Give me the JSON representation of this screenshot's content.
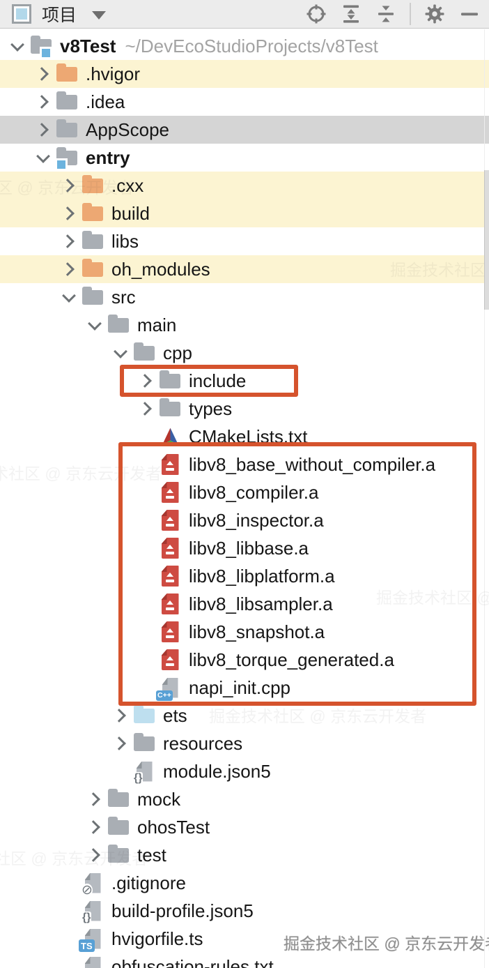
{
  "header": {
    "title": "项目",
    "buttons": {
      "locate": "locate-opened-file",
      "expand_all": "expand-all",
      "collapse_all": "collapse-all",
      "settings": "settings",
      "hide": "hide-panel"
    }
  },
  "tree": {
    "root": {
      "name": "v8Test",
      "path": "~/DevEcoStudioProjects/v8Test"
    },
    "rows": [
      {
        "label": ".hvigor",
        "icon": "folder-excluded"
      },
      {
        "label": ".idea",
        "icon": "folder"
      },
      {
        "label": "AppScope",
        "icon": "folder",
        "state": "selected"
      },
      {
        "label": "entry",
        "icon": "module-folder"
      },
      {
        "label": ".cxx",
        "icon": "folder-excluded"
      },
      {
        "label": "build",
        "icon": "folder-excluded"
      },
      {
        "label": "libs",
        "icon": "folder"
      },
      {
        "label": "oh_modules",
        "icon": "folder-excluded"
      },
      {
        "label": "src",
        "icon": "folder"
      },
      {
        "label": "main",
        "icon": "folder"
      },
      {
        "label": "cpp",
        "icon": "folder"
      },
      {
        "label": "include",
        "icon": "folder",
        "annotated": true
      },
      {
        "label": "types",
        "icon": "folder"
      },
      {
        "label": "CMakeLists.txt",
        "icon": "cmake-file"
      },
      {
        "label": "libv8_base_without_compiler.a",
        "icon": "archive-file",
        "annotated": true
      },
      {
        "label": "libv8_compiler.a",
        "icon": "archive-file",
        "annotated": true
      },
      {
        "label": "libv8_inspector.a",
        "icon": "archive-file",
        "annotated": true
      },
      {
        "label": "libv8_libbase.a",
        "icon": "archive-file",
        "annotated": true
      },
      {
        "label": "libv8_libplatform.a",
        "icon": "archive-file",
        "annotated": true
      },
      {
        "label": "libv8_libsampler.a",
        "icon": "archive-file",
        "annotated": true
      },
      {
        "label": "libv8_snapshot.a",
        "icon": "archive-file",
        "annotated": true
      },
      {
        "label": "libv8_torque_generated.a",
        "icon": "archive-file",
        "annotated": true
      },
      {
        "label": "napi_init.cpp",
        "icon": "cpp-file",
        "annotated": true
      },
      {
        "label": "ets",
        "icon": "folder-sources"
      },
      {
        "label": "resources",
        "icon": "folder"
      },
      {
        "label": "module.json5",
        "icon": "json5-file"
      },
      {
        "label": "mock",
        "icon": "folder"
      },
      {
        "label": "ohosTest",
        "icon": "folder"
      },
      {
        "label": "test",
        "icon": "folder"
      },
      {
        "label": ".gitignore",
        "icon": "gitignore-file"
      },
      {
        "label": "build-profile.json5",
        "icon": "json5-file"
      },
      {
        "label": "hvigorfile.ts",
        "icon": "ts-file"
      },
      {
        "label": "obfuscation-rules.txt",
        "icon": "text-file"
      }
    ]
  },
  "icons": {
    "badges": {
      "json5": "{}",
      "gitignore": "⊘",
      "ts": "TS",
      "cpp": "C++",
      "txt": "≡"
    }
  },
  "watermark": {
    "text": "掘金技术社区 @ 京东云开发者"
  },
  "colors": {
    "highlight_box": "#d5532d",
    "excluded_row_bg": "#fcf4d2",
    "selected_row_bg": "#d5d5d5",
    "folder_gray": "#a9aeb4",
    "folder_orange": "#eda873",
    "folder_blue": "#bedfef",
    "archive_red": "#ce4b42",
    "badge_blue": "#58a0d5",
    "module_badge_blue": "#6cb3de"
  }
}
